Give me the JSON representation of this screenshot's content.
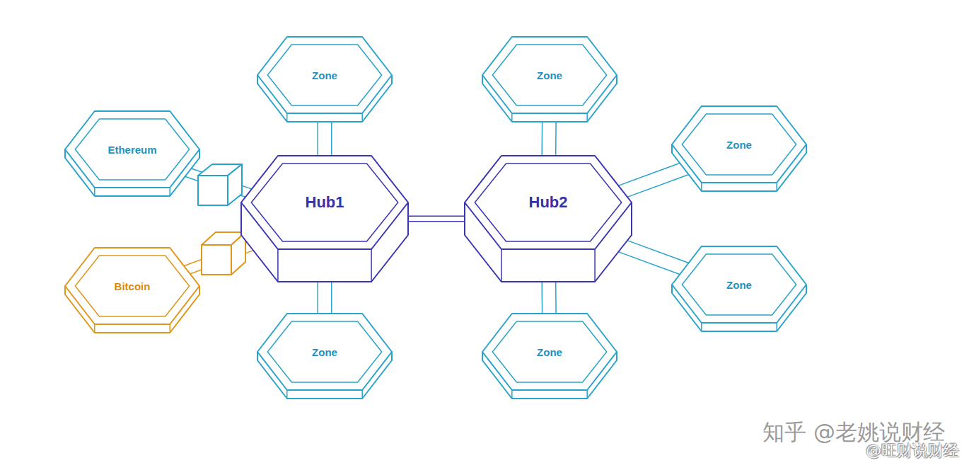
{
  "diagram": {
    "nodes": [
      {
        "text": [
          "Zone"
        ]
      },
      {
        "text": [
          "Zone"
        ]
      },
      {
        "text": [
          "Ethereum"
        ]
      },
      {
        "text": [
          "Zone"
        ]
      },
      {
        "text": [
          "Hub1"
        ]
      },
      {
        "text": [
          "Hub2"
        ]
      },
      {
        "text": [
          "Zone"
        ]
      },
      {
        "text": [
          "Bitcoin"
        ]
      },
      {
        "text": [
          "Zone"
        ]
      },
      {
        "text": [
          "Zone"
        ]
      }
    ],
    "edges": [
      {
        "from": 0,
        "to": 4,
        "arrow": "none"
      },
      {
        "from": 1,
        "to": 5,
        "arrow": "none"
      },
      {
        "from": 2,
        "to": 4,
        "arrow": "none"
      },
      {
        "from": 7,
        "to": 4,
        "arrow": "none"
      },
      {
        "from": 4,
        "to": 8,
        "arrow": "none"
      },
      {
        "from": 4,
        "to": 5,
        "arrow": "none"
      },
      {
        "from": 5,
        "to": 3,
        "arrow": "none"
      },
      {
        "from": 5,
        "to": 6,
        "arrow": "none"
      },
      {
        "from": 5,
        "to": 9,
        "arrow": "none"
      }
    ],
    "labels": [
      "知乎 @老姚说财经",
      "@旺财说财经"
    ]
  }
}
